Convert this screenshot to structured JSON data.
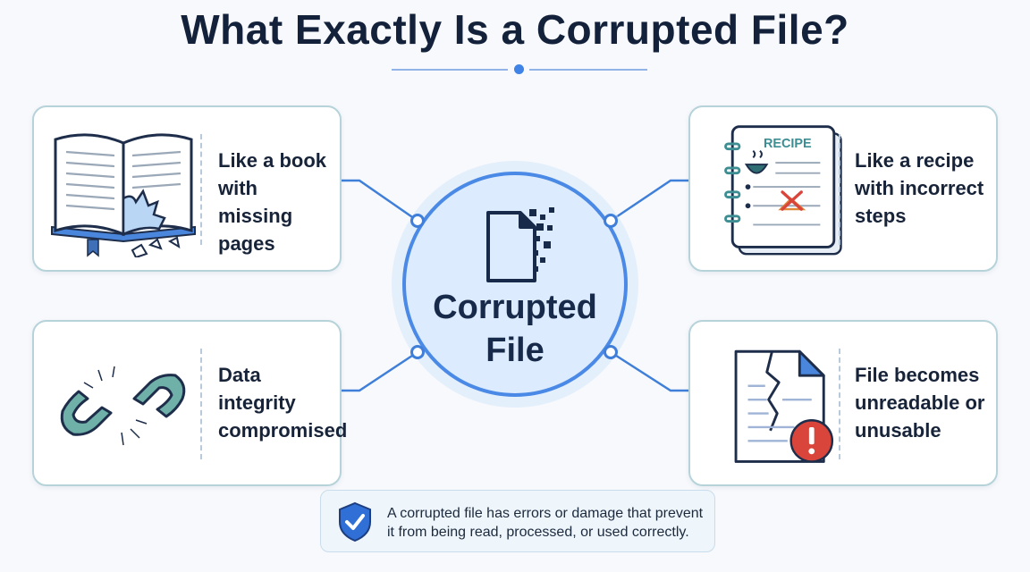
{
  "title": "What Exactly Is a Corrupted File?",
  "hub": {
    "line1": "Corrupted",
    "line2": "File",
    "icon": "corrupted-document-icon"
  },
  "cards": {
    "book": {
      "label": "Like a book with missing pages",
      "icon": "open-book-torn-page-icon"
    },
    "recipe": {
      "label": "Like a recipe with incorrect steps",
      "heading": "RECIPE",
      "icon": "recipe-card-icon"
    },
    "chain": {
      "label": "Data integrity compromised",
      "icon": "broken-chain-icon"
    },
    "unreadable": {
      "label": "File becomes unreadable or unusable",
      "icon": "cracked-document-error-icon"
    }
  },
  "note": {
    "text": "A corrupted file has errors or damage that prevent it from being read, processed, or used correctly.",
    "icon": "shield-check-icon"
  },
  "colors": {
    "accent": "#3f83e6",
    "card_border": "#b6d3da",
    "hub_fill": "#dcebfd",
    "error": "#d9453b"
  }
}
